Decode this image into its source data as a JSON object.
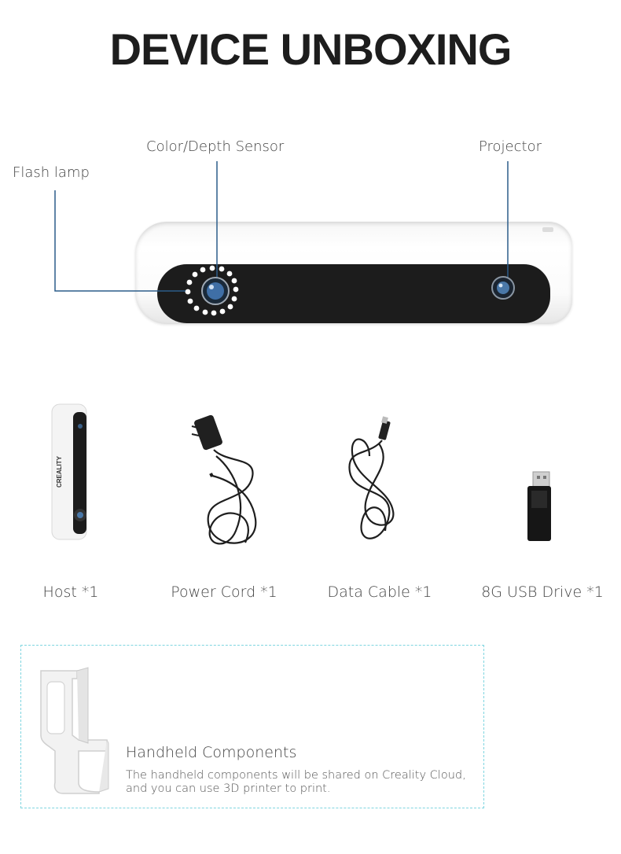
{
  "title": "DEVICE UNBOXING",
  "callouts": {
    "flash_lamp": "Flash lamp",
    "color_depth_sensor": "Color/Depth Sensor",
    "projector": "Projector"
  },
  "device_brand": "CREALITY",
  "items": [
    {
      "label": "Host *1",
      "icon": "scanner-host-image"
    },
    {
      "label": "Power Cord *1",
      "icon": "power-cord-image"
    },
    {
      "label": "Data Cable *1",
      "icon": "data-cable-image"
    },
    {
      "label": "8G USB Drive *1",
      "icon": "usb-drive-image"
    }
  ],
  "handheld": {
    "title": "Handheld Components",
    "description": "The handheld components will be shared on Creality Cloud, and you can use 3D printer to print."
  },
  "colors": {
    "callout_line": "#2c5d8a",
    "box_border": "#7fd5e0",
    "title": "#1d1d1d"
  }
}
